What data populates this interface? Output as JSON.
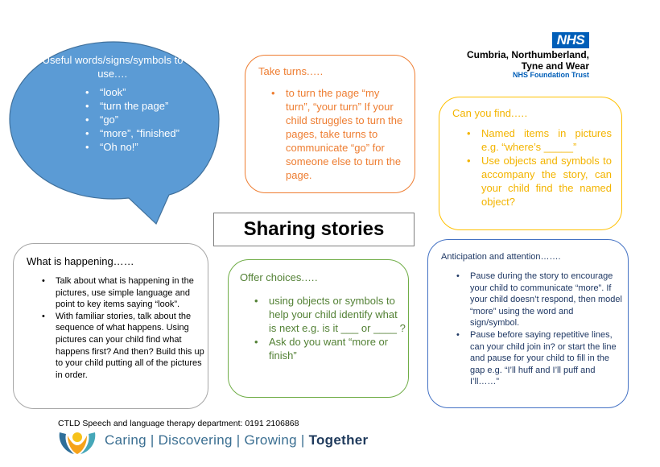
{
  "bubble": {
    "heading": "Useful words/signs/symbols to use.…",
    "items": [
      "“look”",
      "“turn the page”",
      "“go”",
      "“more”, “finished”",
      "“Oh no!”"
    ],
    "color": "#5b9bd5"
  },
  "take_turns": {
    "heading": "Take turns.….",
    "items": [
      "to turn the page “my turn”, “your turn” If your child struggles to turn the pages, take turns to communicate “go” for someone else to turn the page."
    ],
    "color": "#ee7d31"
  },
  "can_you_find": {
    "heading": "Can you find.….",
    "items": [
      "Named items in pictures e.g. “where’s _____”",
      "Use objects and symbols to accompany the story, can your child find the named object?"
    ],
    "color": "#ffc000"
  },
  "title": "Sharing stories",
  "what_happening": {
    "heading": "What is happening……",
    "items": [
      "Talk about what is happening in the pictures, use simple language and point to key items saying “look”.",
      "With familiar stories, talk about the sequence of what happens. Using pictures can your child find what happens first? And then? Build this up to your child putting all of the pictures in order."
    ]
  },
  "offer_choices": {
    "heading": "Offer choices.….",
    "items": [
      "using objects or symbols to help your child identify what is next e.g. is it ___ or ____ ?",
      "Ask do you want “more or finish”"
    ],
    "color": "#70ad47"
  },
  "anticipation": {
    "heading": "Anticipation and attention…….",
    "items": [
      "Pause during the story to encourage your child to communicate “more”. If your child doesn’t respond, then model “more” using the word and sign/symbol.",
      "Pause before saying repetitive lines, can your child join in? or start the line and pause for your child to fill in the gap e.g. “I’ll huff and I’ll puff and I’ll……”"
    ],
    "color": "#4472c4"
  },
  "nhs": {
    "logo": "NHS",
    "trust_name_lines": [
      "Cumbria, Northumberland,",
      "Tyne and Wear"
    ],
    "trust_sub": "NHS Foundation Trust",
    "color": "#005eb8"
  },
  "footer": {
    "department": "CTLD Speech and language therapy department: 0191 2106868",
    "tagline": [
      "Caring",
      "Discovering",
      "Growing",
      "Together"
    ],
    "logo_icon": "people-flower-icon"
  }
}
